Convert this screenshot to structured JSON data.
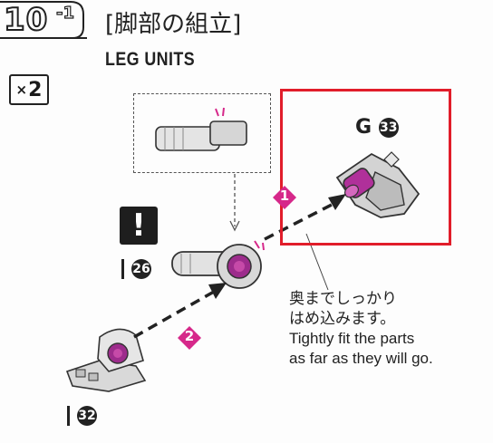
{
  "step": {
    "number": "10",
    "sub": "-1"
  },
  "title": {
    "jp": "[脚部の組立]",
    "en": "LEG UNITS"
  },
  "multiplier": {
    "x": "×",
    "count": "2"
  },
  "parts": {
    "g_label": "G",
    "g_number": "33",
    "part26": "26",
    "part32": "32"
  },
  "steps": {
    "one": "1",
    "two": "2"
  },
  "warning": "!",
  "note": {
    "jp_line1": "奥までしっかり",
    "jp_line2": "はめ込みます。",
    "en_line1": "Tightly fit the parts",
    "en_line2": "as far as they will go."
  },
  "colors": {
    "highlight": "#e11d2a",
    "accent": "#d6288a",
    "part_gray": "#d9d9d9",
    "pin_magenta": "#b0309a"
  }
}
